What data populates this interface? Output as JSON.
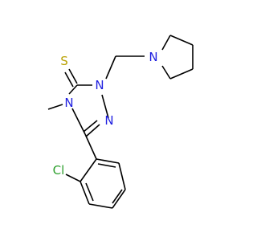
{
  "molecule": {
    "atoms": {
      "S": {
        "text": "S",
        "color": "#b8a000"
      },
      "N1": {
        "text": "N",
        "color": "#1f1fe0"
      },
      "N2": {
        "text": "N",
        "color": "#1f1fe0"
      },
      "N4": {
        "text": "N",
        "color": "#1f1fe0"
      },
      "N_pyrrolidine": {
        "text": "N",
        "color": "#1f1fe0"
      },
      "Cl": {
        "text": "Cl",
        "color": "#2ea02e"
      }
    },
    "bond_color": "#000000"
  }
}
